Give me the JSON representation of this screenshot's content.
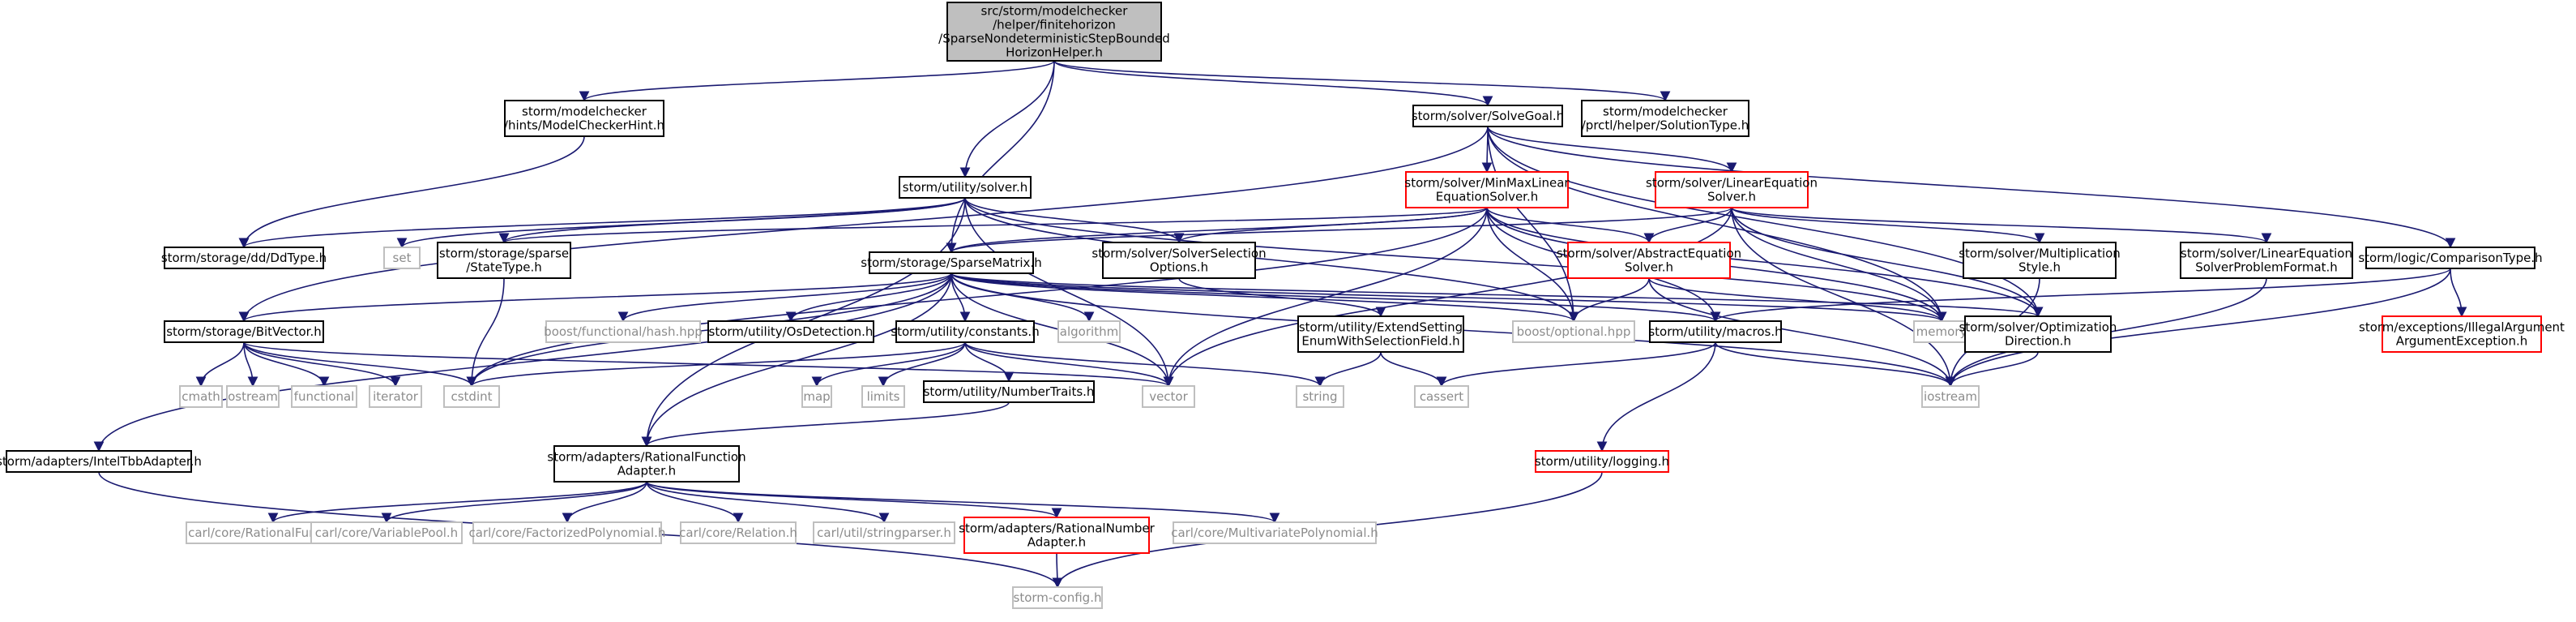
{
  "colors": {
    "background": "#ffffff",
    "root_fill": "#bfbfbf",
    "node_border": "#000000",
    "incomplete_border": "#ff0000",
    "external_border": "#bfbfbf",
    "text": "#000000",
    "external_text": "#8c8c8c",
    "edge": "#191970"
  },
  "nodes": [
    {
      "id": "root",
      "kind": "root",
      "lines": [
        "src/storm/modelchecker",
        "/helper/finitehorizon",
        "/SparseNondeterministicStepBounded",
        "HorizonHelper.h"
      ]
    },
    {
      "id": "mchint",
      "kind": "normal",
      "lines": [
        "storm/modelchecker",
        "/hints/ModelCheckerHint.h"
      ]
    },
    {
      "id": "solvegoal",
      "kind": "normal",
      "lines": [
        "storm/solver/SolveGoal.h"
      ]
    },
    {
      "id": "soltype",
      "kind": "normal",
      "lines": [
        "storm/modelchecker",
        "/prctl/helper/SolutionType.h"
      ]
    },
    {
      "id": "usolver",
      "kind": "normal",
      "lines": [
        "storm/utility/solver.h"
      ]
    },
    {
      "id": "minmax",
      "kind": "incomplete",
      "lines": [
        "storm/solver/MinMaxLinear",
        "EquationSolver.h"
      ]
    },
    {
      "id": "lineq",
      "kind": "incomplete",
      "lines": [
        "storm/solver/LinearEquation",
        "Solver.h"
      ]
    },
    {
      "id": "ddtype",
      "kind": "normal",
      "lines": [
        "storm/storage/dd/DdType.h"
      ]
    },
    {
      "id": "set",
      "kind": "external",
      "lines": [
        "set"
      ]
    },
    {
      "id": "statetype",
      "kind": "normal",
      "lines": [
        "storm/storage/sparse",
        "/StateType.h"
      ]
    },
    {
      "id": "solversel",
      "kind": "normal",
      "lines": [
        "storm/solver/SolverSelection",
        "Options.h"
      ]
    },
    {
      "id": "abseq",
      "kind": "incomplete",
      "lines": [
        "storm/solver/AbstractEquation",
        "Solver.h"
      ]
    },
    {
      "id": "multstyle",
      "kind": "normal",
      "lines": [
        "storm/solver/Multiplication",
        "Style.h"
      ]
    },
    {
      "id": "problemfmt",
      "kind": "normal",
      "lines": [
        "storm/solver/LinearEquation",
        "SolverProblemFormat.h"
      ]
    },
    {
      "id": "comparison",
      "kind": "normal",
      "lines": [
        "storm/logic/ComparisonType.h"
      ]
    },
    {
      "id": "sparsematrix",
      "kind": "normal",
      "lines": [
        "storm/storage/SparseMatrix.h"
      ]
    },
    {
      "id": "bitvector",
      "kind": "normal",
      "lines": [
        "storm/storage/BitVector.h"
      ]
    },
    {
      "id": "hash",
      "kind": "external",
      "lines": [
        "boost/functional/hash.hpp"
      ]
    },
    {
      "id": "osdetect",
      "kind": "normal",
      "lines": [
        "storm/utility/OsDetection.h"
      ]
    },
    {
      "id": "constants",
      "kind": "normal",
      "lines": [
        "storm/utility/constants.h"
      ]
    },
    {
      "id": "algorithm",
      "kind": "external",
      "lines": [
        "algorithm"
      ]
    },
    {
      "id": "extendsetting",
      "kind": "normal",
      "lines": [
        "storm/utility/ExtendSetting",
        "EnumWithSelectionField.h"
      ]
    },
    {
      "id": "optional",
      "kind": "external",
      "lines": [
        "boost/optional.hpp"
      ]
    },
    {
      "id": "macros",
      "kind": "normal",
      "lines": [
        "storm/utility/macros.h"
      ]
    },
    {
      "id": "memory",
      "kind": "external",
      "lines": [
        "memory"
      ]
    },
    {
      "id": "optdir",
      "kind": "normal",
      "lines": [
        "storm/solver/Optimization",
        "Direction.h"
      ]
    },
    {
      "id": "illegalarg",
      "kind": "incomplete",
      "lines": [
        "storm/exceptions/IllegalArgument",
        "ArgumentException.h"
      ]
    },
    {
      "id": "cmath",
      "kind": "external",
      "lines": [
        "cmath"
      ]
    },
    {
      "id": "ostream",
      "kind": "external",
      "lines": [
        "ostream"
      ]
    },
    {
      "id": "functional",
      "kind": "external",
      "lines": [
        "functional"
      ]
    },
    {
      "id": "iterator",
      "kind": "external",
      "lines": [
        "iterator"
      ]
    },
    {
      "id": "cstdint",
      "kind": "external",
      "lines": [
        "cstdint"
      ]
    },
    {
      "id": "map",
      "kind": "external",
      "lines": [
        "map"
      ]
    },
    {
      "id": "limits",
      "kind": "external",
      "lines": [
        "limits"
      ]
    },
    {
      "id": "vector",
      "kind": "external",
      "lines": [
        "vector"
      ]
    },
    {
      "id": "string",
      "kind": "external",
      "lines": [
        "string"
      ]
    },
    {
      "id": "cassert",
      "kind": "external",
      "lines": [
        "cassert"
      ]
    },
    {
      "id": "iostream",
      "kind": "external",
      "lines": [
        "iostream"
      ]
    },
    {
      "id": "numbertraits",
      "kind": "normal",
      "lines": [
        "storm/utility/NumberTraits.h"
      ]
    },
    {
      "id": "inteltbb",
      "kind": "normal",
      "lines": [
        "storm/adapters/IntelTbbAdapter.h"
      ]
    },
    {
      "id": "ratfunc",
      "kind": "normal",
      "lines": [
        "storm/adapters/RationalFunction",
        "Adapter.h"
      ]
    },
    {
      "id": "logging",
      "kind": "incomplete",
      "lines": [
        "storm/utility/logging.h"
      ]
    },
    {
      "id": "carlratfunc",
      "kind": "external",
      "lines": [
        "carl/core/RationalFunction.h"
      ]
    },
    {
      "id": "varpool",
      "kind": "external",
      "lines": [
        "carl/core/VariablePool.h"
      ]
    },
    {
      "id": "factpoly",
      "kind": "external",
      "lines": [
        "carl/core/FactorizedPolynomial.h"
      ]
    },
    {
      "id": "relation",
      "kind": "external",
      "lines": [
        "carl/core/Relation.h"
      ]
    },
    {
      "id": "strparser",
      "kind": "external",
      "lines": [
        "carl/util/stringparser.h"
      ]
    },
    {
      "id": "ratnum",
      "kind": "incomplete",
      "lines": [
        "storm/adapters/RationalNumber",
        "Adapter.h"
      ]
    },
    {
      "id": "multipoly",
      "kind": "external",
      "lines": [
        "carl/core/MultivariatePolynomial.h"
      ]
    },
    {
      "id": "stormconfig",
      "kind": "external",
      "lines": [
        "storm-config.h"
      ]
    }
  ],
  "edges": [
    [
      "root",
      "mchint"
    ],
    [
      "root",
      "solvegoal"
    ],
    [
      "root",
      "soltype"
    ],
    [
      "root",
      "usolver"
    ],
    [
      "root",
      "sparsematrix"
    ],
    [
      "mchint",
      "ddtype"
    ],
    [
      "solvegoal",
      "minmax"
    ],
    [
      "solvegoal",
      "lineq"
    ],
    [
      "solvegoal",
      "comparison"
    ],
    [
      "solvegoal",
      "bitvector"
    ],
    [
      "solvegoal",
      "optional"
    ],
    [
      "solvegoal",
      "memory"
    ],
    [
      "solvegoal",
      "optdir"
    ],
    [
      "usolver",
      "ddtype"
    ],
    [
      "usolver",
      "set"
    ],
    [
      "usolver",
      "statetype"
    ],
    [
      "usolver",
      "solversel"
    ],
    [
      "usolver",
      "vector"
    ],
    [
      "usolver",
      "memory"
    ],
    [
      "usolver",
      "optional"
    ],
    [
      "usolver",
      "ratfunc"
    ],
    [
      "minmax",
      "solversel"
    ],
    [
      "minmax",
      "abseq"
    ],
    [
      "minmax",
      "sparsematrix"
    ],
    [
      "minmax",
      "optdir"
    ],
    [
      "minmax",
      "vector"
    ],
    [
      "minmax",
      "memory"
    ],
    [
      "minmax",
      "optional"
    ],
    [
      "minmax",
      "macros"
    ],
    [
      "minmax",
      "statetype"
    ],
    [
      "minmax",
      "cstdint"
    ],
    [
      "lineq",
      "abseq"
    ],
    [
      "lineq",
      "multstyle"
    ],
    [
      "lineq",
      "problemfmt"
    ],
    [
      "lineq",
      "optdir"
    ],
    [
      "lineq",
      "vector"
    ],
    [
      "lineq",
      "memory"
    ],
    [
      "lineq",
      "iostream"
    ],
    [
      "lineq",
      "sparsematrix"
    ],
    [
      "abseq",
      "optional"
    ],
    [
      "abseq",
      "memory"
    ],
    [
      "abseq",
      "iostream"
    ],
    [
      "multstyle",
      "iostream"
    ],
    [
      "problemfmt",
      "iostream"
    ],
    [
      "comparison",
      "illegalarg"
    ],
    [
      "comparison",
      "macros"
    ],
    [
      "comparison",
      "iostream"
    ],
    [
      "solversel",
      "extendsetting"
    ],
    [
      "statetype",
      "cstdint"
    ],
    [
      "sparsematrix",
      "bitvector"
    ],
    [
      "sparsematrix",
      "hash"
    ],
    [
      "sparsematrix",
      "osdetect"
    ],
    [
      "sparsematrix",
      "constants"
    ],
    [
      "sparsematrix",
      "algorithm"
    ],
    [
      "sparsematrix",
      "vector"
    ],
    [
      "sparsematrix",
      "optional"
    ],
    [
      "sparsematrix",
      "macros"
    ],
    [
      "sparsematrix",
      "iostream"
    ],
    [
      "sparsematrix",
      "memory"
    ],
    [
      "sparsematrix",
      "optdir"
    ],
    [
      "sparsematrix",
      "cstdint"
    ],
    [
      "sparsematrix",
      "inteltbb"
    ],
    [
      "sparsematrix",
      "ratfunc"
    ],
    [
      "bitvector",
      "cmath"
    ],
    [
      "bitvector",
      "ostream"
    ],
    [
      "bitvector",
      "functional"
    ],
    [
      "bitvector",
      "iterator"
    ],
    [
      "bitvector",
      "cstdint"
    ],
    [
      "bitvector",
      "vector"
    ],
    [
      "constants",
      "map"
    ],
    [
      "constants",
      "limits"
    ],
    [
      "constants",
      "numbertraits"
    ],
    [
      "constants",
      "vector"
    ],
    [
      "constants",
      "string"
    ],
    [
      "constants",
      "cstdint"
    ],
    [
      "extendsetting",
      "string"
    ],
    [
      "extendsetting",
      "cassert"
    ],
    [
      "macros",
      "cassert"
    ],
    [
      "macros",
      "iostream"
    ],
    [
      "macros",
      "logging"
    ],
    [
      "optdir",
      "iostream"
    ],
    [
      "numbertraits",
      "ratfunc"
    ],
    [
      "inteltbb",
      "stormconfig"
    ],
    [
      "ratfunc",
      "carlratfunc"
    ],
    [
      "ratfunc",
      "varpool"
    ],
    [
      "ratfunc",
      "factpoly"
    ],
    [
      "ratfunc",
      "relation"
    ],
    [
      "ratfunc",
      "strparser"
    ],
    [
      "ratfunc",
      "ratnum"
    ],
    [
      "ratfunc",
      "multipoly"
    ],
    [
      "ratnum",
      "stormconfig"
    ],
    [
      "logging",
      "stormconfig"
    ]
  ]
}
